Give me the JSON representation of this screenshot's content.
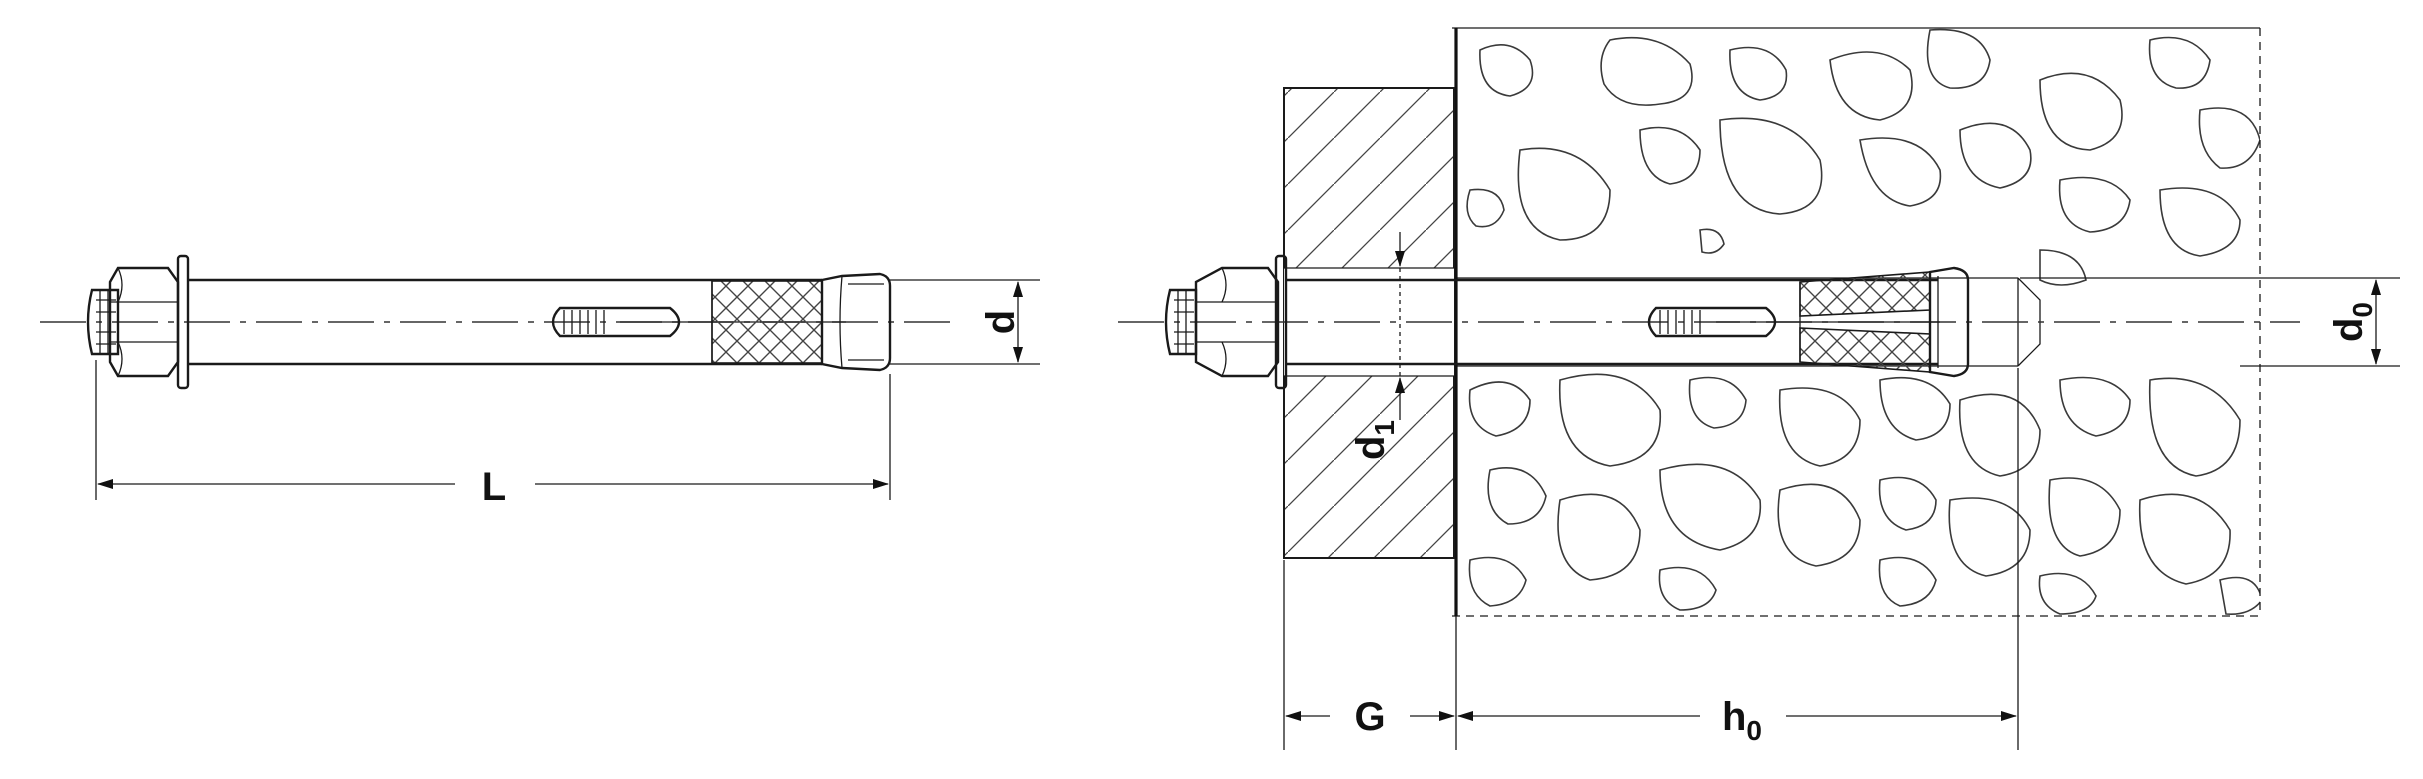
{
  "labels": {
    "length": "L",
    "diameter": "d",
    "hole_diameter": "d",
    "hole_diameter_sub": "0",
    "fixture_hole": "d",
    "fixture_hole_sub": "1",
    "fixture_thickness": "G",
    "hole_depth": "h",
    "hole_depth_sub": "0"
  },
  "colors": {
    "ink": "#1a1a1a",
    "background": "#ffffff"
  }
}
